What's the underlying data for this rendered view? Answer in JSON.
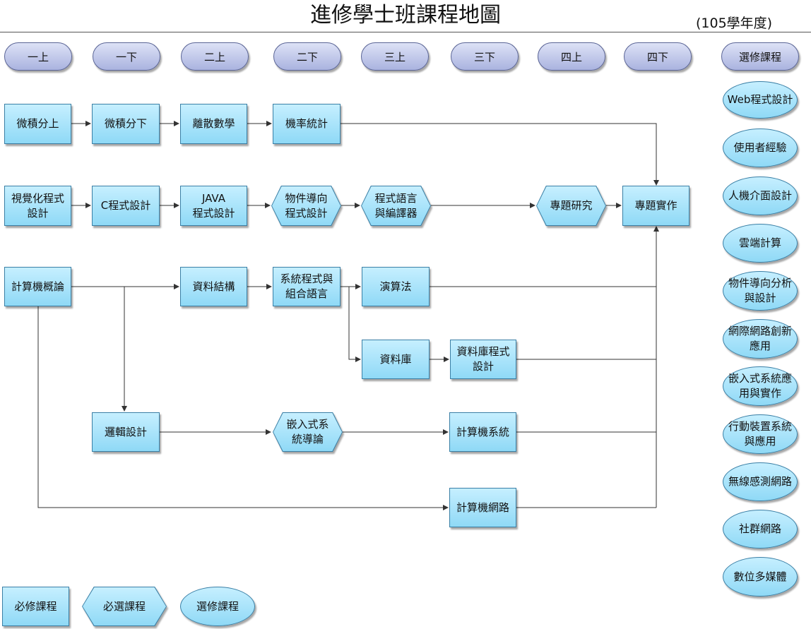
{
  "title": "進修學士班課程地圖",
  "subtitle": "(105學年度)",
  "semesters": [
    "一上",
    "一下",
    "二上",
    "二下",
    "三上",
    "三下",
    "四上",
    "四下",
    "選修課程"
  ],
  "courses": {
    "calc1": "微積分上",
    "calc2": "微積分下",
    "discrete": "離散數學",
    "prob": "機率統計",
    "visual": "視覺化程式\n設計",
    "cprog": "C程式設計",
    "java": "JAVA\n程式設計",
    "oop": "物件導向\n程式設計",
    "compiler": "程式語言\n與編譯器",
    "research": "專題研究",
    "project": "專題實作",
    "intro": "計算機概論",
    "ds": "資料結構",
    "sysprog": "系統程式與\n組合語言",
    "algo": "演算法",
    "db": "資料庫",
    "dbprog": "資料庫程式\n設計",
    "logic": "邏輯設計",
    "embedded": "嵌入式系\n統導論",
    "compsys": "計算機系統",
    "network": "計算機網路"
  },
  "electives": [
    "Web程式設計",
    "使用者經驗",
    "人機介面設計",
    "雲端計算",
    "物件導向分析\n與設計",
    "網際網路創新\n應用",
    "嵌入式系統應\n用與實作",
    "行動裝置系統\n與應用",
    "無線感測網路",
    "社群網路",
    "數位多媒體"
  ],
  "legend": {
    "required": "必修課程",
    "req_elective": "必選課程",
    "elective": "選修課程"
  }
}
